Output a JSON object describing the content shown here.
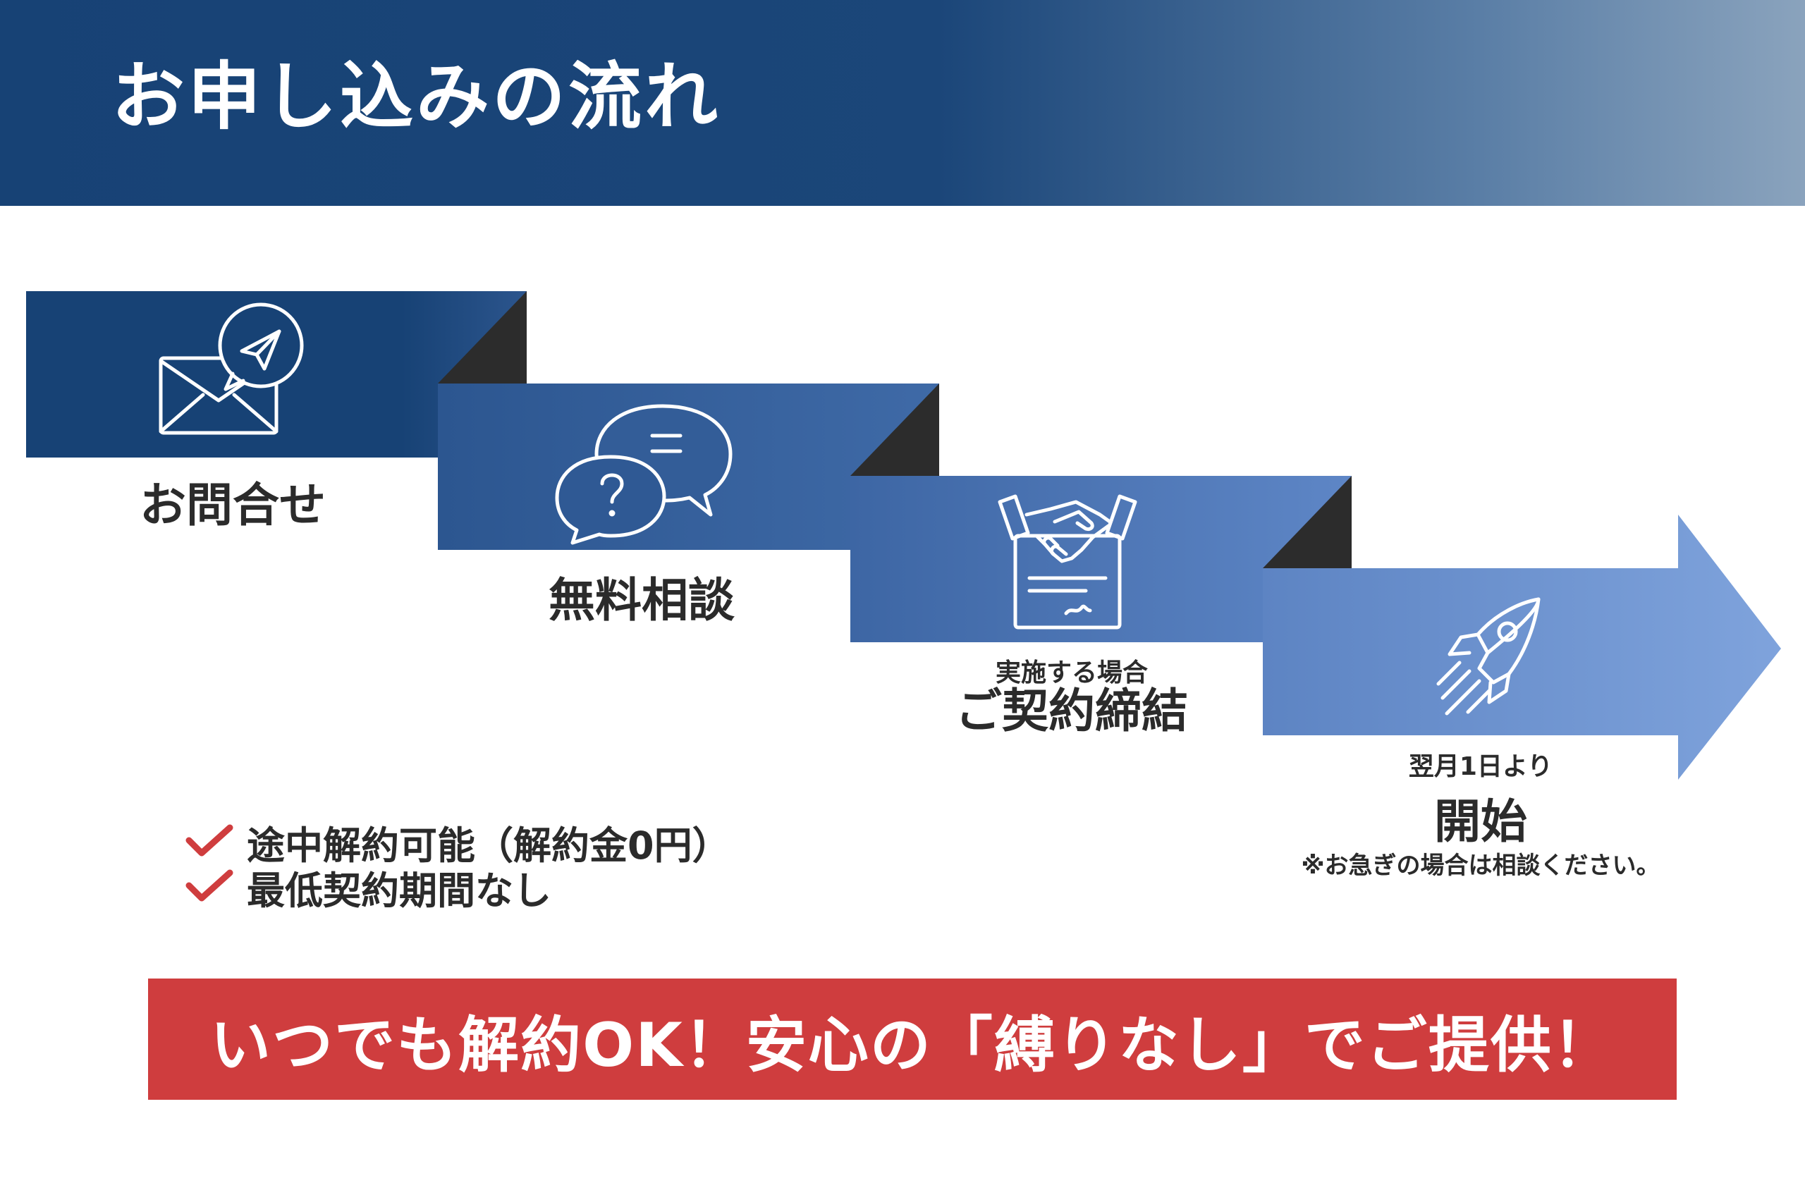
{
  "header": {
    "title": "お申し込みの流れ"
  },
  "steps": [
    {
      "label": "お問合せ",
      "icon": "mail-send-icon"
    },
    {
      "label": "無料相談",
      "icon": "chat-bubbles-icon"
    },
    {
      "sub_label": "実施する場合",
      "label": "ご契約締結",
      "icon": "handshake-contract-icon"
    },
    {
      "sub_label": "翌月1日より",
      "label": "開始",
      "note": "※お急ぎの場合は相談ください。",
      "icon": "rocket-icon"
    }
  ],
  "checklist": [
    "途中解約可能（解約金0円）",
    "最低契約期間なし"
  ],
  "banner": {
    "text": "いつでも解約OK！安心の「縛りなし」でご提供！"
  },
  "colors": {
    "header_start": "#174275",
    "step1": "#174275",
    "step4_end": "#7fa3dc",
    "fold": "#2c2c2c",
    "check": "#cf3d3e",
    "banner": "#cf3d3e"
  }
}
